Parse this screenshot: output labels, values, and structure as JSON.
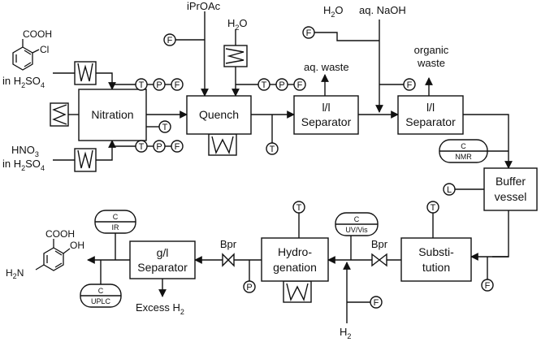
{
  "feeds": {
    "reagent_a_formula": "COOH",
    "reagent_a_sub": "Cl",
    "reagent_a_solvent": "in H",
    "reagent_a_solvent_sub": "2",
    "reagent_a_solvent_end": "SO",
    "reagent_a_solvent_end_sub": "4",
    "reagent_b": "HNO",
    "reagent_b_sub": "3",
    "reagent_b_solvent": "in H",
    "reagent_b_solvent_sub": "2",
    "reagent_b_solvent_end": "SO",
    "reagent_b_solvent_end_sub": "4",
    "ipr_oac": "iPrOAc",
    "water_quench": "H",
    "water_quench_sub": "2",
    "water_quench_end": "O",
    "water_sep": "H",
    "water_sep_sub": "2",
    "water_sep_end": "O",
    "naoh": "aq. NaOH",
    "h2": "H",
    "h2_sub": "2"
  },
  "units": {
    "nitration": "Nitration",
    "quench": "Quench",
    "sep1_line1": "l/l",
    "sep1_line2": "Separator",
    "sep2_line1": "l/l",
    "sep2_line2": "Separator",
    "buffer_line1": "Buffer",
    "buffer_line2": "vessel",
    "substitution_line1": "Substi-",
    "substitution_line2": "tution",
    "hydrogenation_line1": "Hydro-",
    "hydrogenation_line2": "genation",
    "gl_line1": "g/l",
    "gl_line2": "Separator"
  },
  "outputs": {
    "aq_waste": "aq. waste",
    "organic_waste_line1": "organic",
    "organic_waste_line2": "waste",
    "excess_h2": "Excess H",
    "excess_h2_sub": "2"
  },
  "product": {
    "cooh": "COOH",
    "oh": "OH",
    "nh2": "H",
    "nh2_sub": "2",
    "nh2_n": "N"
  },
  "sensors": {
    "T": "T",
    "P": "P",
    "F": "F",
    "L": "L"
  },
  "analyzers": {
    "c": "C",
    "nmr": "NMR",
    "uvvis": "UV/Vis",
    "ir": "IR",
    "uplc": "UPLC"
  },
  "valves": {
    "bpr": "Bpr"
  }
}
